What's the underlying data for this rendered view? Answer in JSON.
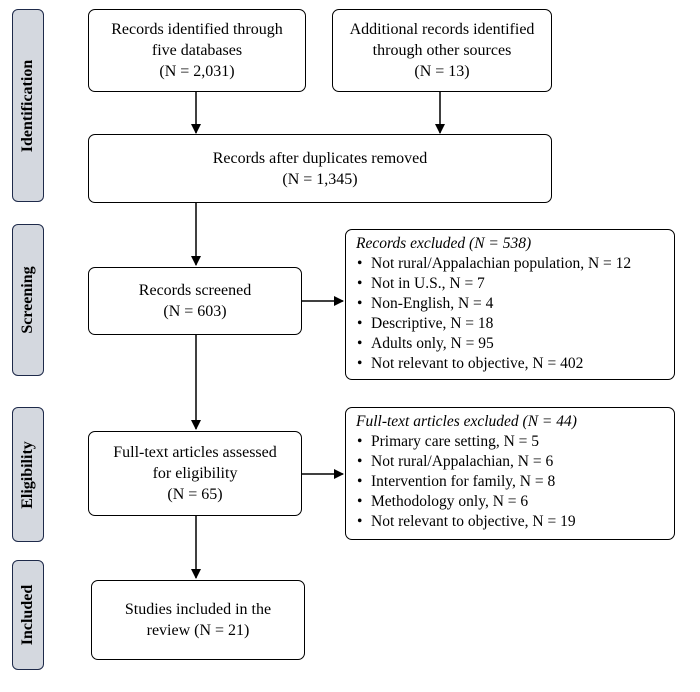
{
  "phases": {
    "identification": "Identification",
    "screening": "Screening",
    "eligibility": "Eligibility",
    "included": "Included"
  },
  "boxes": {
    "records_databases": {
      "lines": [
        "Records identified through",
        "five databases"
      ],
      "count": "(N = 2,031)"
    },
    "records_other": {
      "lines": [
        "Additional records identified",
        "through other sources"
      ],
      "count": "(N = 13)"
    },
    "duplicates_removed": {
      "lines": [
        "Records after duplicates removed"
      ],
      "count": "(N = 1,345)"
    },
    "records_screened": {
      "lines": [
        "Records screened"
      ],
      "count": "(N = 603)"
    },
    "fulltext_assessed": {
      "lines": [
        "Full-text articles assessed",
        "for eligibility"
      ],
      "count": "(N = 65)"
    },
    "studies_included": {
      "lines": [
        "Studies included in the",
        "review (N = 21)"
      ]
    }
  },
  "exclusions": {
    "records": {
      "title": "Records excluded (N = 538)",
      "items": [
        "Not rural/Appalachian population, N = 12",
        "Not in U.S., N = 7",
        "Non-English, N = 4",
        "Descriptive, N = 18",
        "Adults only, N = 95",
        "Not relevant to objective, N = 402"
      ]
    },
    "fulltext": {
      "title": "Full-text articles excluded (N = 44)",
      "items": [
        "Primary care setting, N = 5",
        "Not rural/Appalachian, N = 6",
        "Intervention for family, N = 8",
        "Methodology only, N = 6",
        "Not relevant to objective, N = 19"
      ]
    }
  },
  "bullet_glyph": "•"
}
